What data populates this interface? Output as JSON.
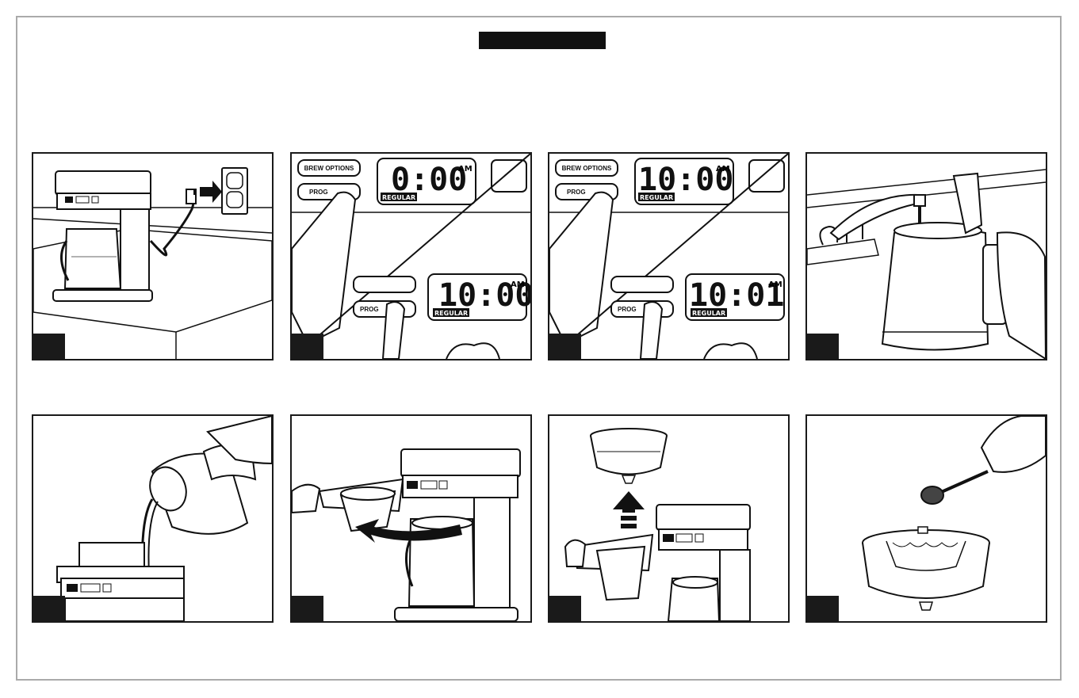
{
  "panels": [
    {
      "id": "plug-in"
    },
    {
      "id": "set-hour",
      "brew_options_label": "BREW OPTIONS",
      "prog_label": "PROG",
      "display_top": "0:00",
      "display_bottom": "10:00",
      "ampm": "AM",
      "mode_label": "REGULAR"
    },
    {
      "id": "set-minute",
      "brew_options_label": "BREW OPTIONS",
      "prog_label": "PROG",
      "display_top": "10:00",
      "display_bottom": "10:01",
      "ampm": "AM",
      "mode_label": "REGULAR"
    },
    {
      "id": "fill-carafe"
    },
    {
      "id": "pour-water"
    },
    {
      "id": "open-basket"
    },
    {
      "id": "remove-basket"
    },
    {
      "id": "add-coffee"
    }
  ],
  "icons": {
    "arrow_plug": "arrow-right-icon",
    "arrow_rotate": "curved-arrow-icon",
    "arrow_up": "arrow-up-icon"
  }
}
